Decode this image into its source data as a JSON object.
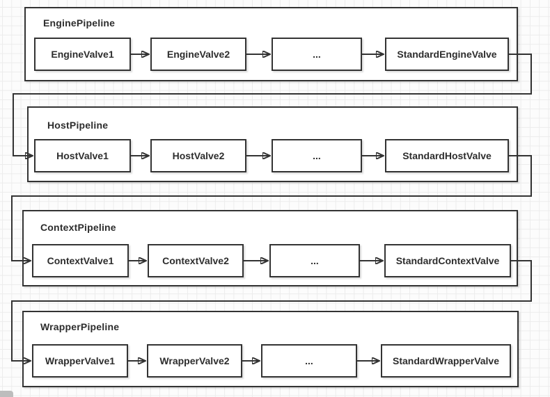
{
  "diagram": {
    "type": "flow-diagram",
    "pipelines": [
      {
        "title": "EnginePipeline",
        "valves": [
          "EngineValve1",
          "EngineValve2",
          "...",
          "StandardEngineValve"
        ]
      },
      {
        "title": "HostPipeline",
        "valves": [
          "HostValve1",
          "HostValve2",
          "...",
          "StandardHostValve"
        ]
      },
      {
        "title": "ContextPipeline",
        "valves": [
          "ContextValve1",
          "ContextValve2",
          "...",
          "StandardContextValve"
        ]
      },
      {
        "title": "WrapperPipeline",
        "valves": [
          "WrapperValve1",
          "WrapperValve2",
          "...",
          "StandardWrapperValve"
        ]
      }
    ],
    "connections": [
      {
        "from": "StandardEngineValve",
        "to": "HostValve1"
      },
      {
        "from": "StandardHostValve",
        "to": "ContextValve1"
      },
      {
        "from": "StandardContextValve",
        "to": "WrapperValve1"
      }
    ],
    "colors": {
      "stroke": "#333333",
      "shape_fill": "#ffffff",
      "text": "#2d2d2d",
      "grid_line": "#ececec",
      "canvas_bg": "#fcfcfc"
    }
  }
}
